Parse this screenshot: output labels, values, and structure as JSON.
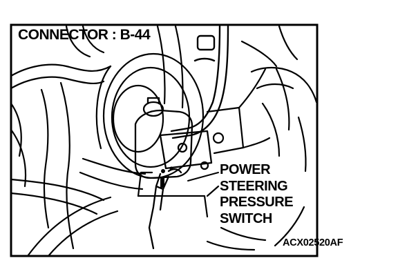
{
  "figure": {
    "connector_label": "CONNECTOR : B-44",
    "callout_lines": [
      "POWER",
      "STEERING",
      "PRESSURE",
      "SWITCH"
    ],
    "figure_id": "ACX02520AF"
  },
  "colors": {
    "ink": "#000000",
    "paper": "#ffffff"
  }
}
